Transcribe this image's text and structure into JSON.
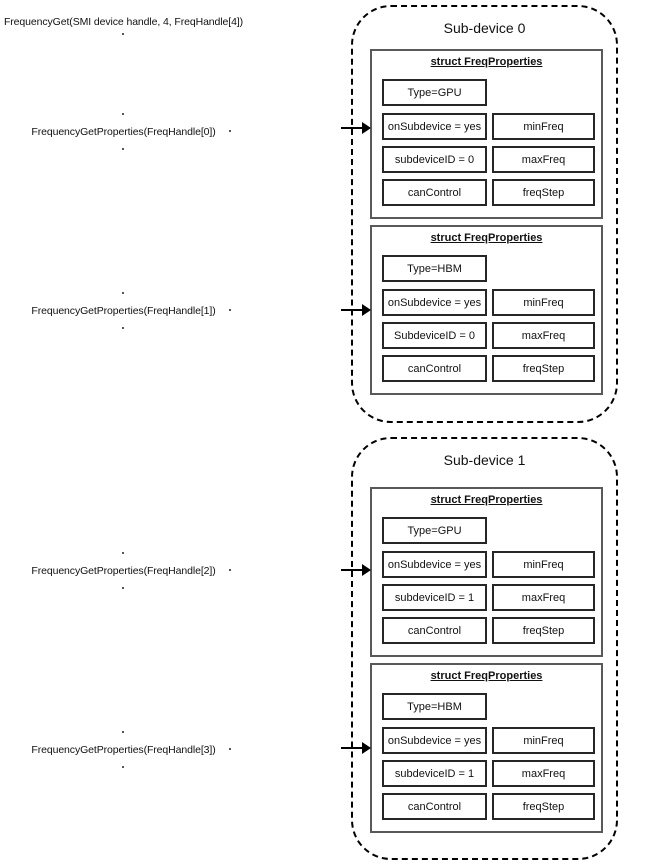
{
  "diagram": {
    "main_call": "FrequencyGet(SMI device handle, 4, FreqHandle[4])",
    "calls": [
      {
        "label": "FrequencyGetProperties(FreqHandle[0])"
      },
      {
        "label": "FrequencyGetProperties(FreqHandle[1])"
      },
      {
        "label": "FrequencyGetProperties(FreqHandle[2])"
      },
      {
        "label": "FrequencyGetProperties(FreqHandle[3])"
      }
    ],
    "subdevices": [
      {
        "title": "Sub-device 0",
        "structs": [
          {
            "heading": "struct FreqProperties",
            "type": "Type=GPU",
            "on_subdevice": "onSubdevice = yes",
            "subdevice_id": "subdeviceID = 0",
            "can_control": "canControl",
            "min_freq": "minFreq",
            "max_freq": "maxFreq",
            "freq_step": "freqStep"
          },
          {
            "heading": "struct FreqProperties",
            "type": "Type=HBM",
            "on_subdevice": "onSubdevice = yes",
            "subdevice_id": "SubdeviceID = 0",
            "can_control": "canControl",
            "min_freq": "minFreq",
            "max_freq": "maxFreq",
            "freq_step": "freqStep"
          }
        ]
      },
      {
        "title": "Sub-device 1",
        "structs": [
          {
            "heading": "struct FreqProperties",
            "type": "Type=GPU",
            "on_subdevice": "onSubdevice = yes",
            "subdevice_id": "subdeviceID = 1",
            "can_control": "canControl",
            "min_freq": "minFreq",
            "max_freq": "maxFreq",
            "freq_step": "freqStep"
          },
          {
            "heading": "struct FreqProperties",
            "type": "Type=HBM",
            "on_subdevice": "onSubdevice = yes",
            "subdevice_id": "subdeviceID = 1",
            "can_control": "canControl",
            "min_freq": "minFreq",
            "max_freq": "maxFreq",
            "freq_step": "freqStep"
          }
        ]
      }
    ],
    "colors": {
      "background": "#ffffff",
      "line": "#000000",
      "struct_border": "#595959"
    }
  }
}
